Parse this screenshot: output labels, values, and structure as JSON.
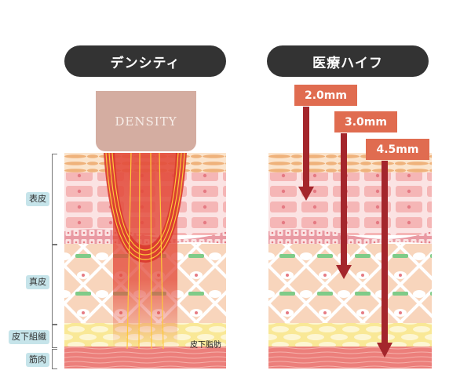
{
  "left_panel": {
    "title": "デンシティ",
    "probe_label": "DENSITY",
    "fat_label": "皮下脂肪"
  },
  "right_panel": {
    "title": "医療ハイフ",
    "depth_tags": [
      {
        "label": "2.0mm",
        "target_layer": "表皮"
      },
      {
        "label": "3.0mm",
        "target_layer": "真皮"
      },
      {
        "label": "4.5mm",
        "target_layer": "筋肉"
      }
    ]
  },
  "layer_labels": [
    {
      "label": "表皮"
    },
    {
      "label": "真皮"
    },
    {
      "label": "皮下組織"
    },
    {
      "label": "筋肉"
    }
  ],
  "colors": {
    "pill_bg": "#333333",
    "probe": "#d4ada1",
    "tag": "#e06c50",
    "arrow": "#a4262c",
    "label_bg": "#c6e4ea",
    "corneum": "#fbe4cc",
    "epidermis": "#fbe3e3",
    "dermis": "#f8d5bc",
    "fat": "#f9e896",
    "muscle": "#ec7f7b"
  }
}
